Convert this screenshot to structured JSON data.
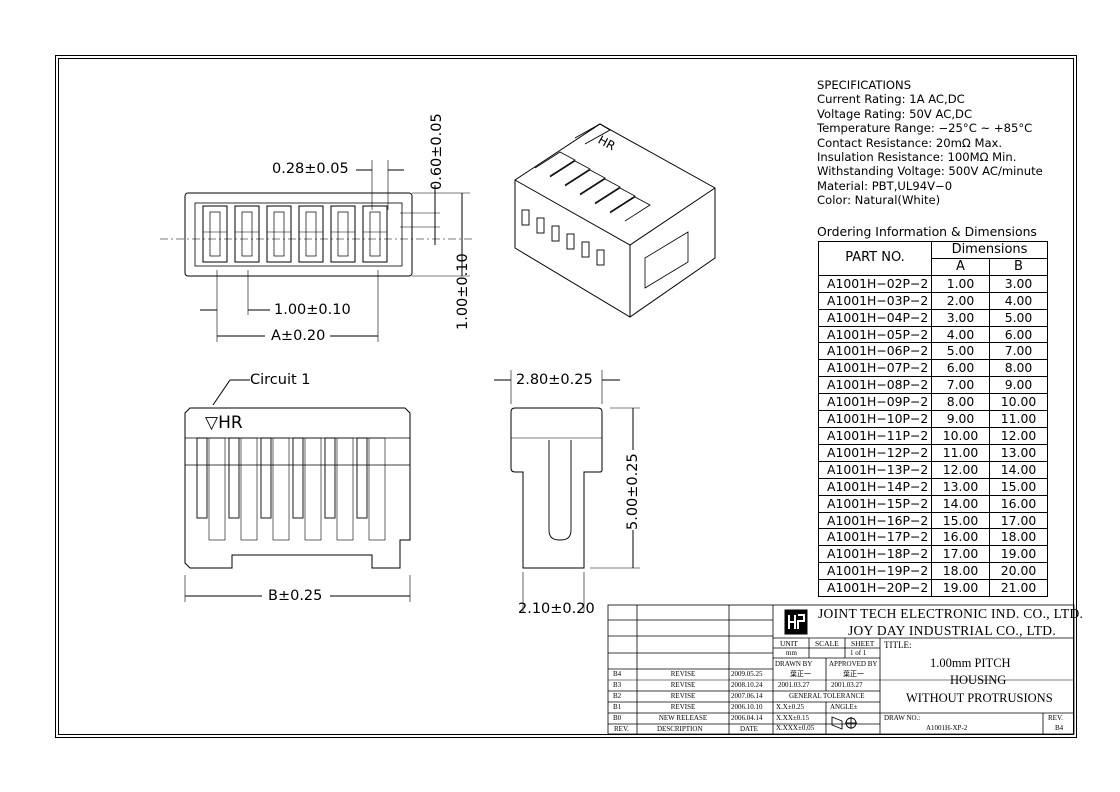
{
  "drawing": {
    "front_dims": {
      "contact_width": "0.28±0.05",
      "contact_height": "0.60±0.05",
      "pitch": "1.00±0.10",
      "overall_height": "1.00±0.10",
      "span_a": "A±0.20"
    },
    "bottom_dims": {
      "circuit_label": "Circuit 1",
      "marking": "HR",
      "span_b": "B±0.25"
    },
    "side_dims": {
      "width": "2.80±0.25",
      "height": "5.00±0.25",
      "base": "2.10±0.20"
    },
    "iso_marking": "HR"
  },
  "specifications": {
    "heading": "SPECIFICATIONS",
    "lines": [
      "Current Rating: 1A AC,DC",
      "Voltage Rating: 50V AC,DC",
      "Temperature Range: −25°C ~ +85°C",
      "Contact Resistance: 20mΩ Max.",
      "Insulation Resistance: 100MΩ Min.",
      "Withstanding Voltage: 500V AC/minute",
      "Material: PBT,UL94V−0",
      "Color: Natural(White)"
    ]
  },
  "ordering": {
    "title": "Ordering Information & Dimensions",
    "col_part": "PART NO.",
    "col_dims": "Dimensions",
    "col_a": "A",
    "col_b": "B",
    "rows": [
      [
        "A1001H−02P−2",
        "1.00",
        "3.00"
      ],
      [
        "A1001H−03P−2",
        "2.00",
        "4.00"
      ],
      [
        "A1001H−04P−2",
        "3.00",
        "5.00"
      ],
      [
        "A1001H−05P−2",
        "4.00",
        "6.00"
      ],
      [
        "A1001H−06P−2",
        "5.00",
        "7.00"
      ],
      [
        "A1001H−07P−2",
        "6.00",
        "8.00"
      ],
      [
        "A1001H−08P−2",
        "7.00",
        "9.00"
      ],
      [
        "A1001H−09P−2",
        "8.00",
        "10.00"
      ],
      [
        "A1001H−10P−2",
        "9.00",
        "11.00"
      ],
      [
        "A1001H−11P−2",
        "10.00",
        "12.00"
      ],
      [
        "A1001H−12P−2",
        "11.00",
        "13.00"
      ],
      [
        "A1001H−13P−2",
        "12.00",
        "14.00"
      ],
      [
        "A1001H−14P−2",
        "13.00",
        "15.00"
      ],
      [
        "A1001H−15P−2",
        "14.00",
        "16.00"
      ],
      [
        "A1001H−16P−2",
        "15.00",
        "17.00"
      ],
      [
        "A1001H−17P−2",
        "16.00",
        "18.00"
      ],
      [
        "A1001H−18P−2",
        "17.00",
        "19.00"
      ],
      [
        "A1001H−19P−2",
        "18.00",
        "20.00"
      ],
      [
        "A1001H−20P−2",
        "19.00",
        "21.00"
      ]
    ]
  },
  "title_block": {
    "company_1": "JOINT TECH ELECTRONIC IND. CO., LTD.",
    "company_2": "JOY DAY INDUSTRIAL CO., LTD.",
    "unit_label": "UNIT",
    "unit_value": "mm",
    "scale_label": "SCALE",
    "sheet_label": "SHEET",
    "sheet_value": "1 of 1",
    "title_label": "TITLE:",
    "title_lines": [
      "1.00mm PITCH",
      "HOUSING",
      "WITHOUT PROTRUSIONS"
    ],
    "drawn_by_label": "DRAWN BY",
    "approved_by_label": "APPROVED BY",
    "drawn_by_name": "葉正一",
    "approved_by_name": "葉正一",
    "drawn_date": "2001.03.27",
    "approved_date": "2001.03.27",
    "tolerance_label": "GENERAL TOLERANCE",
    "tol_x": "X.X±0.25",
    "tol_xx": "X.XX±0.15",
    "tol_xxx": "X.XXX±0.05",
    "angle_label": "ANGLE±",
    "draw_no_label": "DRAW NO.:",
    "draw_no": "A1001H-XP-2",
    "rev_label": "REV.",
    "rev_value": "B4",
    "revisions": [
      {
        "rev": "B4",
        "desc": "REVISE",
        "date": "2009.05.25"
      },
      {
        "rev": "B3",
        "desc": "REVISE",
        "date": "2008.10.24"
      },
      {
        "rev": "B2",
        "desc": "REVISE",
        "date": "2007.06.14"
      },
      {
        "rev": "B1",
        "desc": "REVISE",
        "date": "2006.10.10"
      },
      {
        "rev": "B0",
        "desc": "NEW RELEASE",
        "date": "2006.04.14"
      }
    ],
    "col_rev": "REV.",
    "col_desc": "DESCRIPTION",
    "col_date": "DATE"
  }
}
